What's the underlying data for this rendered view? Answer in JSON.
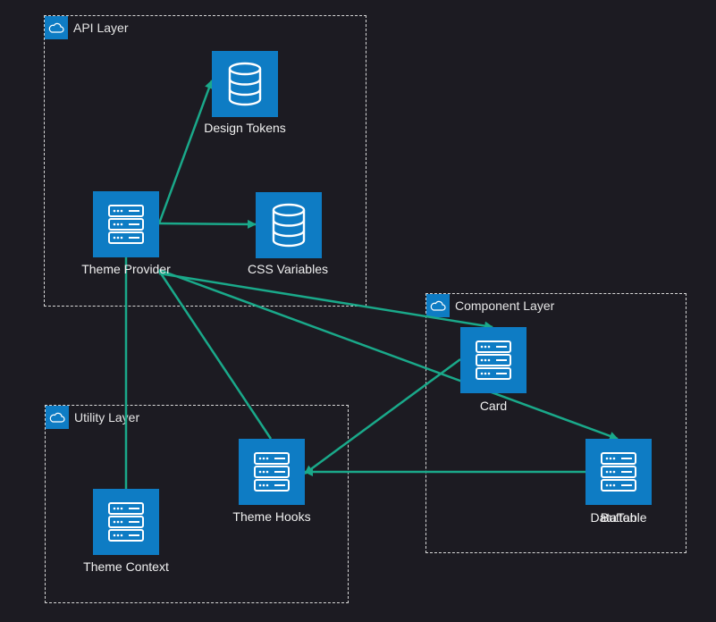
{
  "groups": {
    "api": {
      "label": "API Layer",
      "icon": "cloud-icon"
    },
    "component": {
      "label": "Component Layer",
      "icon": "cloud-icon"
    },
    "utility": {
      "label": "Utility Layer",
      "icon": "cloud-icon"
    }
  },
  "nodes": {
    "design_tokens": {
      "label": "Design Tokens",
      "icon": "database-icon"
    },
    "css_variables": {
      "label": "CSS Variables",
      "icon": "database-icon"
    },
    "theme_provider": {
      "label": "Theme Provider",
      "icon": "server-icon"
    },
    "card": {
      "label": "Card",
      "icon": "server-icon"
    },
    "datatable": {
      "label": "DataTable",
      "icon": "server-icon"
    },
    "button": {
      "label": "Button",
      "icon": "server-icon"
    },
    "theme_hooks": {
      "label": "Theme Hooks",
      "icon": "server-icon"
    },
    "theme_context": {
      "label": "Theme Context",
      "icon": "server-icon"
    }
  },
  "colors": {
    "background": "#1c1b22",
    "node": "#0e7cc4",
    "edge": "#1aa98a",
    "group_border": "#d8d8d8"
  }
}
